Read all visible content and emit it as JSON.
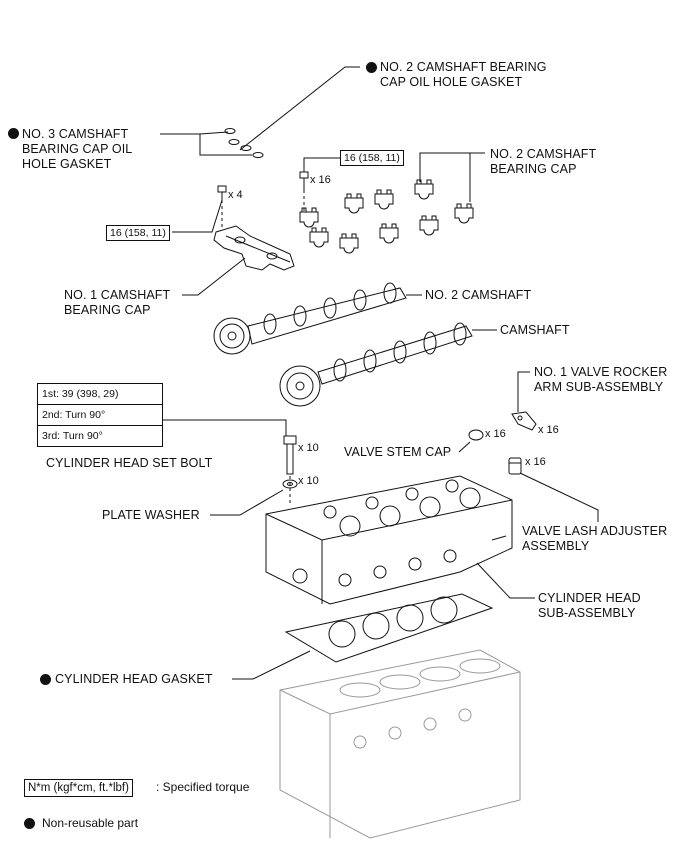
{
  "labels": {
    "no2_oil_hole_gasket": "NO. 2 CAMSHAFT BEARING\nCAP OIL HOLE GASKET",
    "no3_oil_hole_gasket": "NO. 3 CAMSHAFT\nBEARING CAP OIL\nHOLE GASKET",
    "no2_bearing_cap": "NO. 2 CAMSHAFT\nBEARING CAP",
    "no1_bearing_cap": "NO. 1 CAMSHAFT\nBEARING CAP",
    "no2_camshaft": "NO. 2 CAMSHAFT",
    "camshaft": "CAMSHAFT",
    "no1_rocker_arm": "NO. 1 VALVE ROCKER\nARM SUB-ASSEMBLY",
    "valve_stem_cap": "VALVE STEM CAP",
    "head_set_bolt": "CYLINDER HEAD SET BOLT",
    "plate_washer": "PLATE WASHER",
    "lash_adjuster": "VALVE LASH ADJUSTER\nASSEMBLY",
    "cylinder_head": "CYLINDER HEAD\nSUB-ASSEMBLY",
    "head_gasket": "CYLINDER HEAD GASKET"
  },
  "quantities": {
    "no2_cap_bolts": "x 16",
    "no1_cap_bolts": "x 4",
    "stem_cap": "x 16",
    "rocker_arm": "x 16",
    "lash_adjuster": "x 16",
    "head_bolt": "x 10",
    "washer": "x 10"
  },
  "torques": {
    "no2_cap_bolt": "16 (158, 11)",
    "no1_cap_bolt": "16 (158, 11)",
    "head_bolt_steps": [
      "1st: 39 (398, 29)",
      "2nd: Turn 90°",
      "3rd: Turn 90°"
    ]
  },
  "legend": {
    "torque_unit": "N*m (kgf*cm, ft.*lbf)",
    "torque_desc": ": Specified torque",
    "non_reusable": "Non-reusable part"
  },
  "colors": {
    "ink": "#111111",
    "background": "#ffffff"
  }
}
